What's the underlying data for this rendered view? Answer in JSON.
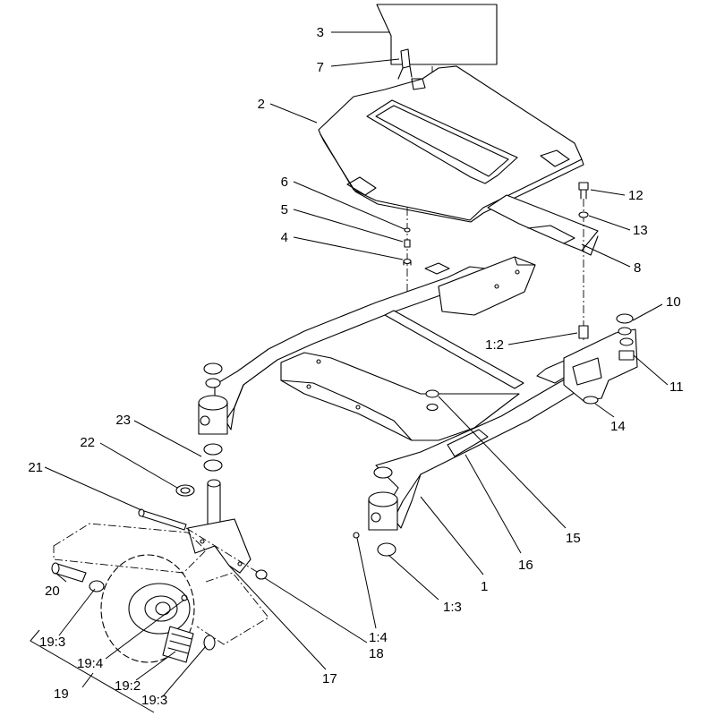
{
  "diagram": {
    "callouts": [
      {
        "id": "c3",
        "text": "3"
      },
      {
        "id": "c7",
        "text": "7"
      },
      {
        "id": "c2",
        "text": "2"
      },
      {
        "id": "c6",
        "text": "6"
      },
      {
        "id": "c5",
        "text": "5"
      },
      {
        "id": "c4",
        "text": "4"
      },
      {
        "id": "c12",
        "text": "12"
      },
      {
        "id": "c13",
        "text": "13"
      },
      {
        "id": "c8",
        "text": "8"
      },
      {
        "id": "c10",
        "text": "10"
      },
      {
        "id": "c1_2",
        "text": "1:2"
      },
      {
        "id": "c11",
        "text": "11"
      },
      {
        "id": "c14",
        "text": "14"
      },
      {
        "id": "c23",
        "text": "23"
      },
      {
        "id": "c22",
        "text": "22"
      },
      {
        "id": "c21",
        "text": "21"
      },
      {
        "id": "c15",
        "text": "15"
      },
      {
        "id": "c16",
        "text": "16"
      },
      {
        "id": "c1",
        "text": "1"
      },
      {
        "id": "c20",
        "text": "20"
      },
      {
        "id": "c1_3",
        "text": "1:3"
      },
      {
        "id": "c19_3a",
        "text": "19:3"
      },
      {
        "id": "c1_4",
        "text": "1:4"
      },
      {
        "id": "c18",
        "text": "18"
      },
      {
        "id": "c19_4",
        "text": "19:4"
      },
      {
        "id": "c19_2",
        "text": "19:2"
      },
      {
        "id": "c19_3b",
        "text": "19:3"
      },
      {
        "id": "c17",
        "text": "17"
      },
      {
        "id": "c19",
        "text": "19"
      }
    ]
  }
}
